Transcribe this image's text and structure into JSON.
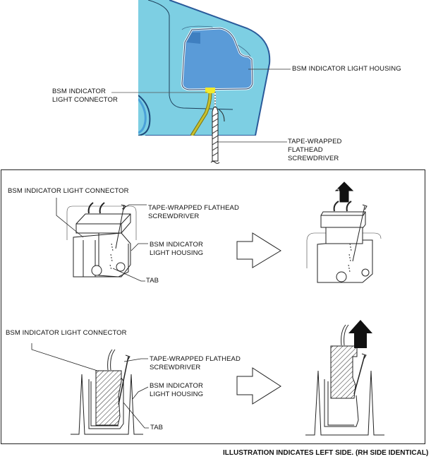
{
  "photo": {
    "labels": {
      "housing": "BSM INDICATOR LIGHT HOUSING",
      "connector": "BSM INDICATOR\nLIGHT CONNECTOR",
      "screwdriver": "TAPE-WRAPPED\nFLATHEAD\nSCREWDRIVER"
    },
    "colors": {
      "panel": "#7dcfe3",
      "panel_edge": "#2a5a9a",
      "housing": "#5a9bd8",
      "connector": "#f2ea2a",
      "wire": "#b8b022"
    }
  },
  "detail_top": {
    "connector_label": "BSM INDICATOR LIGHT CONNECTOR",
    "screwdriver_label": "TAPE-WRAPPED FLATHEAD\nSCREWDRIVER",
    "housing_label": "BSM INDICATOR\nLIGHT HOUSING",
    "tab_label": "TAB"
  },
  "detail_bottom": {
    "connector_label": "BSM INDICATOR LIGHT CONNECTOR",
    "screwdriver_label": "TAPE-WRAPPED FLATHEAD\nSCREWDRIVER",
    "housing_label": "BSM INDICATOR\nLIGHT HOUSING",
    "tab_label": "TAB"
  },
  "footer": "ILLUSTRATION INDICATES LEFT SIDE. (RH SIDE IDENTICAL)"
}
